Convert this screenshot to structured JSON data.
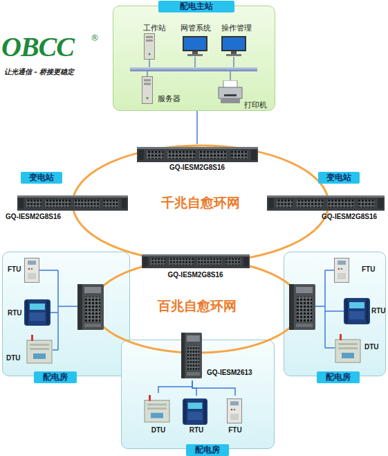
{
  "diagram": {
    "nodes": [
      {
        "text": [
          "配电主站"
        ]
      },
      {
        "text": [
          "工作站"
        ],
        "in": 0
      },
      {
        "text": [
          "网管系统"
        ],
        "in": 0
      },
      {
        "text": [
          "操作管理"
        ],
        "in": 0
      },
      {
        "text": [
          "服务器"
        ],
        "in": 0
      },
      {
        "text": [
          "打印机"
        ],
        "in": 0
      },
      {
        "text": [
          "GQ-IESM2G8S16"
        ]
      },
      {
        "text": [
          "变电站",
          "GQ-IESM2G8S16"
        ]
      },
      {
        "text": [
          "变电站",
          "GQ-IESM2G8S16"
        ]
      },
      {
        "text": [
          "千兆自愈环网"
        ]
      },
      {
        "text": [
          "GQ-IESM2G8S16"
        ]
      },
      {
        "text": [
          "百兆自愈环网"
        ]
      },
      {
        "text": [
          "配电房"
        ]
      },
      {
        "text": [
          "FTU"
        ],
        "in": 12
      },
      {
        "text": [
          "RTU"
        ],
        "in": 12
      },
      {
        "text": [
          "DTU"
        ],
        "in": 12
      },
      {
        "text": [
          "配电房"
        ]
      },
      {
        "text": [
          "FTU"
        ],
        "in": 16
      },
      {
        "text": [
          "RTU"
        ],
        "in": 16
      },
      {
        "text": [
          "DTU"
        ],
        "in": 16
      },
      {
        "text": [
          "配电房"
        ]
      },
      {
        "text": [
          "GQ-IESM2613"
        ],
        "in": 20
      },
      {
        "text": [
          "DTU"
        ],
        "in": 20
      },
      {
        "text": [
          "RTU"
        ],
        "in": 20
      },
      {
        "text": [
          "FTU"
        ],
        "in": 20
      }
    ],
    "edges": [
      {
        "from": 0,
        "to": 6,
        "arrow": "none"
      },
      {
        "from": 21,
        "to": 22,
        "arrow": "none"
      },
      {
        "from": 21,
        "to": 23,
        "arrow": "none"
      },
      {
        "from": 21,
        "to": 24,
        "arrow": "none"
      }
    ],
    "labels": [
      "OBCC",
      "®",
      "让光通信 - 桥接更稳定"
    ]
  }
}
